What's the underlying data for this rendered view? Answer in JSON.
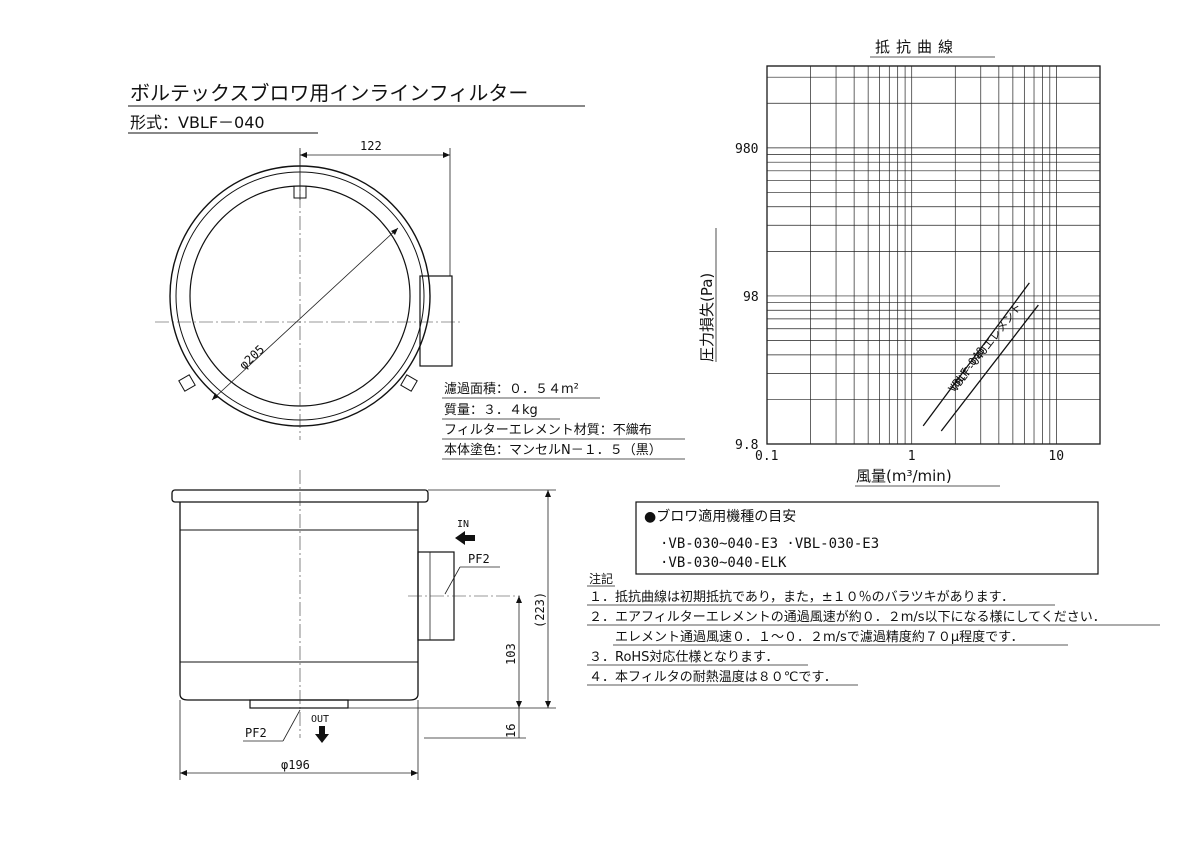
{
  "title": {
    "product": "ボルテックスブロワ用インラインフィルター",
    "model": "形式：VBLF－040"
  },
  "dimensions": {
    "top_width": "122",
    "diameter": "φ205",
    "body_diameter": "φ196",
    "height_total": "(223)",
    "height_port": "103",
    "height_bottom": "16"
  },
  "ports": {
    "in_label": "IN",
    "in_thread": "PF2",
    "out_label": "OUT",
    "out_thread": "PF2"
  },
  "specs": [
    "濾過面積：０．５４m²",
    "質量：３．４kg",
    "フィルターエレメント材質：不織布",
    "本体塗色：マンセルN－１．５（黒）"
  ],
  "chart_data": {
    "type": "line",
    "title": "抵抗曲線",
    "xlabel": "風量(m³/min)",
    "ylabel": "圧力損失(Pa)",
    "xscale": "log",
    "yscale": "log",
    "xlim": [
      0.1,
      20
    ],
    "ylim": [
      9.8,
      3500
    ],
    "xticks": [
      "0.1",
      "1",
      "10"
    ],
    "yticks": [
      "9.8",
      "98",
      "980"
    ],
    "grid": true,
    "series": [
      {
        "name": "VBLF-040",
        "x": [
          1.2,
          6.5
        ],
        "y": [
          13,
          120
        ]
      },
      {
        "name": "VBLF-040エレメント",
        "x": [
          1.6,
          7.5
        ],
        "y": [
          12,
          85
        ]
      }
    ]
  },
  "blower_box": {
    "heading": "●ブロワ適用機種の目安",
    "lines": [
      "·VB-030~040-E3 ·VBL-030-E3",
      "·VB-030~040-ELK"
    ]
  },
  "notes": {
    "heading": "注記",
    "items": [
      "１．抵抗曲線は初期抵抗であり，また，±１０％のバラツキがあります．",
      "２．エアフィルターエレメントの通過風速が約０．２m/s以下になる様にしてください．",
      "エレメント通過風速０．１～０．２m/sで濾過精度約７０μ程度です．",
      "３．RoHS対応仕様となります．",
      "４．本フィルタの耐熱温度は８０℃です．"
    ]
  }
}
